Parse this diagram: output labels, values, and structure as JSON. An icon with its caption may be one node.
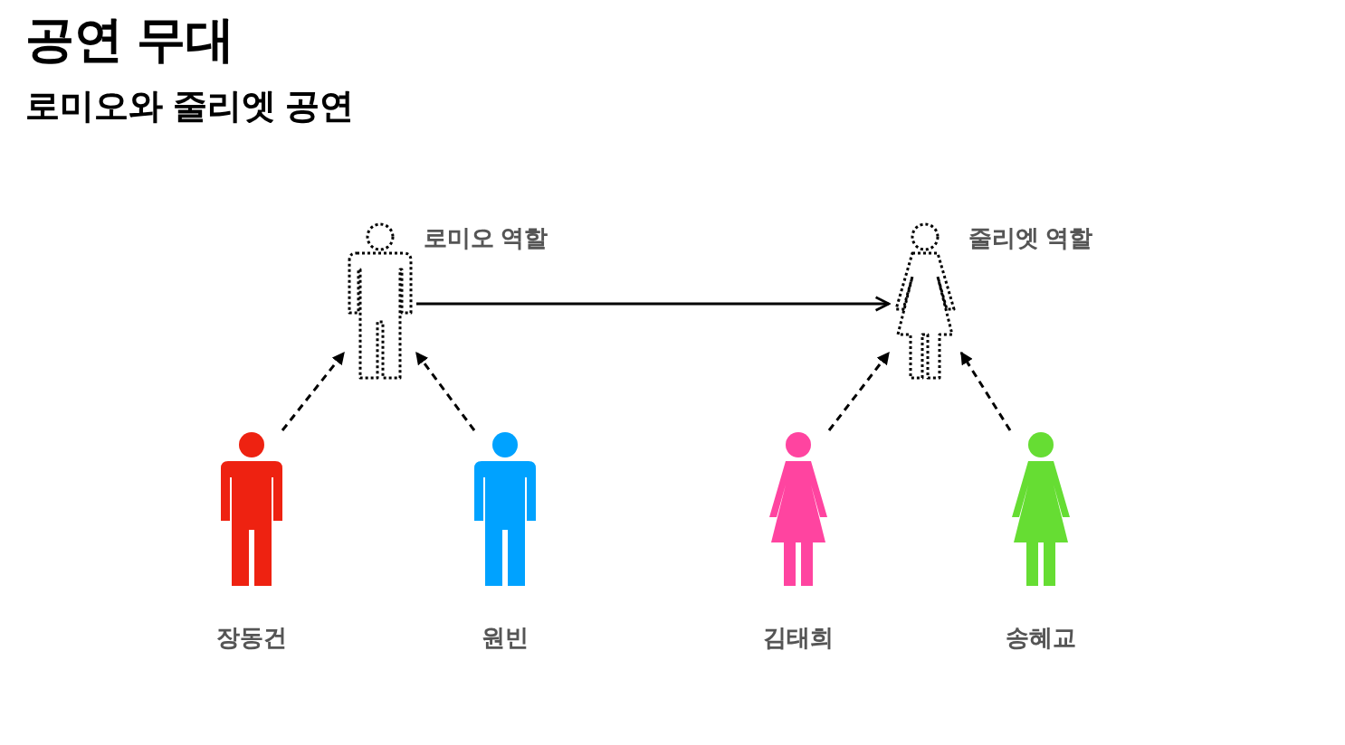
{
  "diagram": {
    "title": "공연 무대",
    "caption": "로미오와 줄리엣 공연",
    "nodes": [
      {
        "text": [],
        "shape": "person",
        "beside": [
          "로미오 역할"
        ]
      },
      {
        "text": [],
        "shape": "person",
        "beside": [
          "줄리엣 역할"
        ]
      },
      {
        "text": [],
        "shape": "person",
        "beside": [
          "장동건"
        ]
      },
      {
        "text": [],
        "shape": "person",
        "beside": [
          "원빈"
        ]
      },
      {
        "text": [],
        "shape": "person",
        "beside": [
          "김태희"
        ]
      },
      {
        "text": [],
        "shape": "person",
        "beside": [
          "송혜교"
        ]
      }
    ],
    "edges": [
      {
        "from": 0,
        "to": 1,
        "arrow": "to"
      },
      {
        "from": 2,
        "to": 0,
        "arrow": "to",
        "style": "dashed"
      },
      {
        "from": 3,
        "to": 0,
        "arrow": "to",
        "style": "dashed"
      },
      {
        "from": 4,
        "to": 1,
        "arrow": "to",
        "style": "dashed"
      },
      {
        "from": 5,
        "to": 1,
        "arrow": "to",
        "style": "dashed"
      }
    ]
  }
}
